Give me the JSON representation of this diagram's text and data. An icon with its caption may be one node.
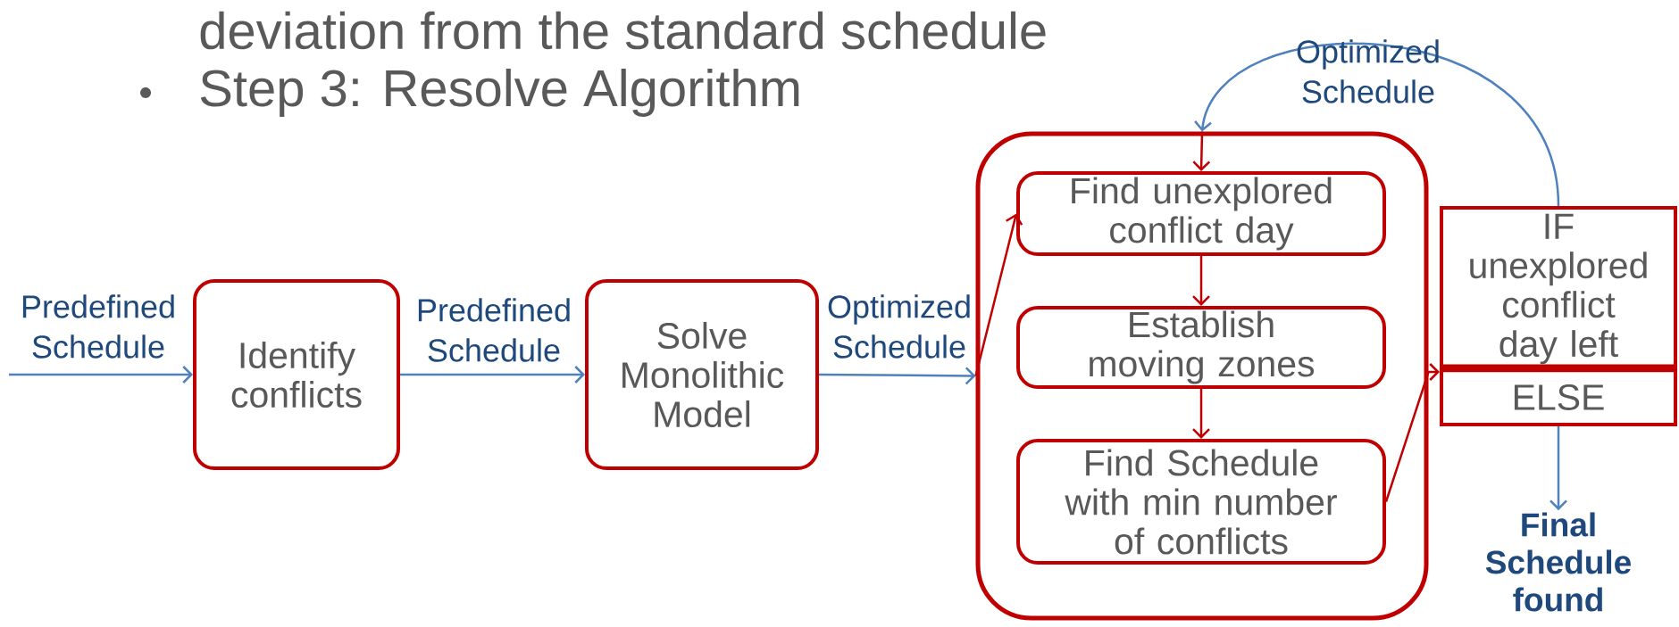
{
  "diagram": {
    "nodes": [
      {
        "text": [
          "Identify conflicts"
        ]
      },
      {
        "text": [
          "Solve Monolithic Model"
        ]
      },
      {
        "text": [],
        "shape": "box"
      },
      {
        "text": [
          "Find unexplored conflict day"
        ],
        "in": 2
      },
      {
        "text": [
          "Establish moving zones"
        ],
        "in": 2
      },
      {
        "text": [
          "Find Schedule with min number of conflicts"
        ],
        "in": 2
      },
      {
        "text": [
          "IF unexplored conflict day left"
        ]
      },
      {
        "text": [
          "ELSE"
        ]
      },
      {
        "text": [
          "Final Schedule found"
        ]
      }
    ],
    "edges": [
      {
        "from": null,
        "to": 0,
        "arrow": "to",
        "label": "Predefined Schedule",
        "color": "#4f81bd"
      },
      {
        "from": 0,
        "to": 1,
        "arrow": "to",
        "label": "Predefined Schedule",
        "color": "#4f81bd"
      },
      {
        "from": 1,
        "to": 2,
        "arrow": "to",
        "label": "Optimized Schedule",
        "color": "#4f81bd"
      },
      {
        "from": 2,
        "to": 3,
        "arrow": "to",
        "color": "#c00000"
      },
      {
        "from": 2,
        "to": 3,
        "arrow": "to",
        "color": "#c00000"
      },
      {
        "from": 3,
        "to": 4,
        "arrow": "to",
        "color": "#c00000"
      },
      {
        "from": 4,
        "to": 5,
        "arrow": "to",
        "color": "#c00000"
      },
      {
        "from": 5,
        "to": 6,
        "arrow": "to",
        "color": "#c00000"
      },
      {
        "from": 6,
        "to": 2,
        "arrow": "to",
        "label": "Optimized Schedule",
        "color": "#4f81bd"
      },
      {
        "from": 7,
        "to": 8,
        "arrow": "to",
        "color": "#4f81bd"
      }
    ],
    "labels": [
      "deviation from the standard schedule",
      "Step 3: Resolve Algorithm"
    ]
  }
}
